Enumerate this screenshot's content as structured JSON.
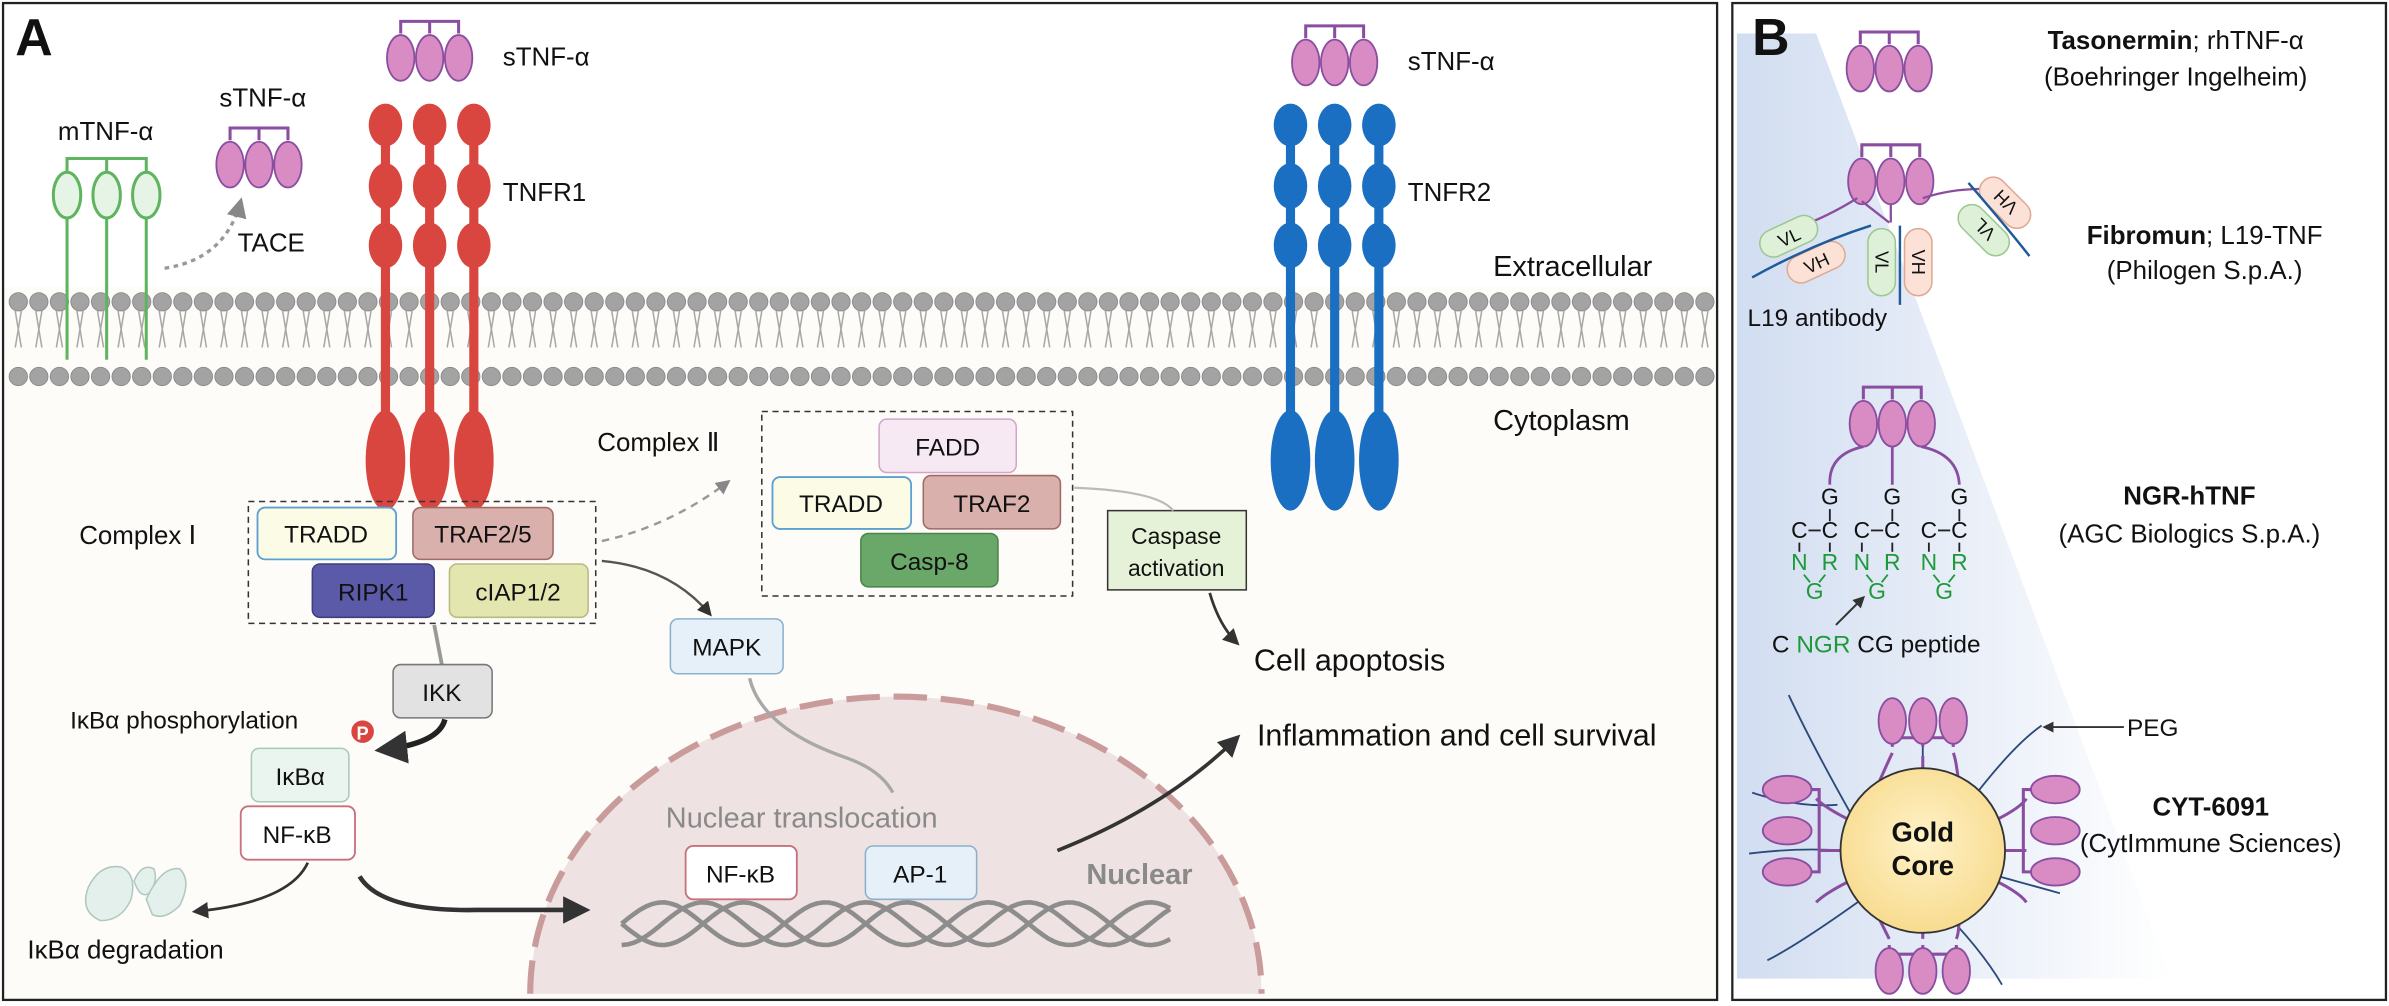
{
  "panel_a": {
    "letter": "A",
    "mtnf": "mTNF-α",
    "stnf_released": "sTNF-α",
    "tace": "TACE",
    "stnf_r1": "sTNF-α",
    "tnfr1": "TNFR1",
    "stnf_r2": "sTNF-α",
    "tnfr2": "TNFR2",
    "extracellular": "Extracellular",
    "cytoplasm": "Cytoplasm",
    "complex1": {
      "label": "Complex Ⅰ",
      "tradd": "TRADD",
      "traf25": "TRAF2/5",
      "ripk1": "RIPK1",
      "ciap": "cIAP1/2"
    },
    "complex2": {
      "label": "Complex Ⅱ",
      "fadd": "FADD",
      "tradd": "TRADD",
      "traf2": "TRAF2",
      "casp8": "Casp-8"
    },
    "caspase_line1": "Caspase",
    "caspase_line2": "activation",
    "cell_apoptosis": "Cell apoptosis",
    "inflammation": "Inflammation and cell survival",
    "mapk": "MAPK",
    "ikk": "IKK",
    "phospho_label": "IκBα phosphorylation",
    "p_symbol": "P",
    "ikba": "IκBα",
    "nfkb": "NF-κB",
    "degradation": "IκBα degradation",
    "nuclear_translocation": "Nuclear translocation",
    "nuclear": "Nuclear",
    "nuc_nfkb": "NF-κB",
    "nuc_ap1": "AP-1"
  },
  "panel_b": {
    "letter": "B",
    "drug1_name": "Tasonermin",
    "drug1_rest": "; rhTNF-α",
    "drug1_company": "(Boehringer Ingelheim)",
    "drug2_name": "Fibromun",
    "drug2_rest": "; L19-TNF",
    "drug2_company": "(Philogen S.p.A.)",
    "l19_antibody": "L19 antibody",
    "vl": "VL",
    "vh": "VH",
    "drug3_name": "NGR-hTNF",
    "drug3_company": "(AGC Biologics S.p.A.)",
    "peptide_c1": "C",
    "peptide_ngr": "NGR",
    "peptide_cg": "CG peptide",
    "g": "G",
    "c": "C",
    "n": "N",
    "r": "R",
    "drug4_name": "CYT-6091",
    "drug4_company": "(CytImmune  Sciences)",
    "gold1": "Gold",
    "gold2": "Core",
    "peg": "PEG"
  },
  "colors": {
    "red_receptor": "#d9463f",
    "blue_receptor": "#1a6fc2",
    "trimer_fill": "#d98cc4",
    "trimer_stroke": "#8a4ea0",
    "membrane": "#9b9b9b",
    "green_mtnf": "#5fb55f",
    "gold_core": "#fde5a0"
  }
}
